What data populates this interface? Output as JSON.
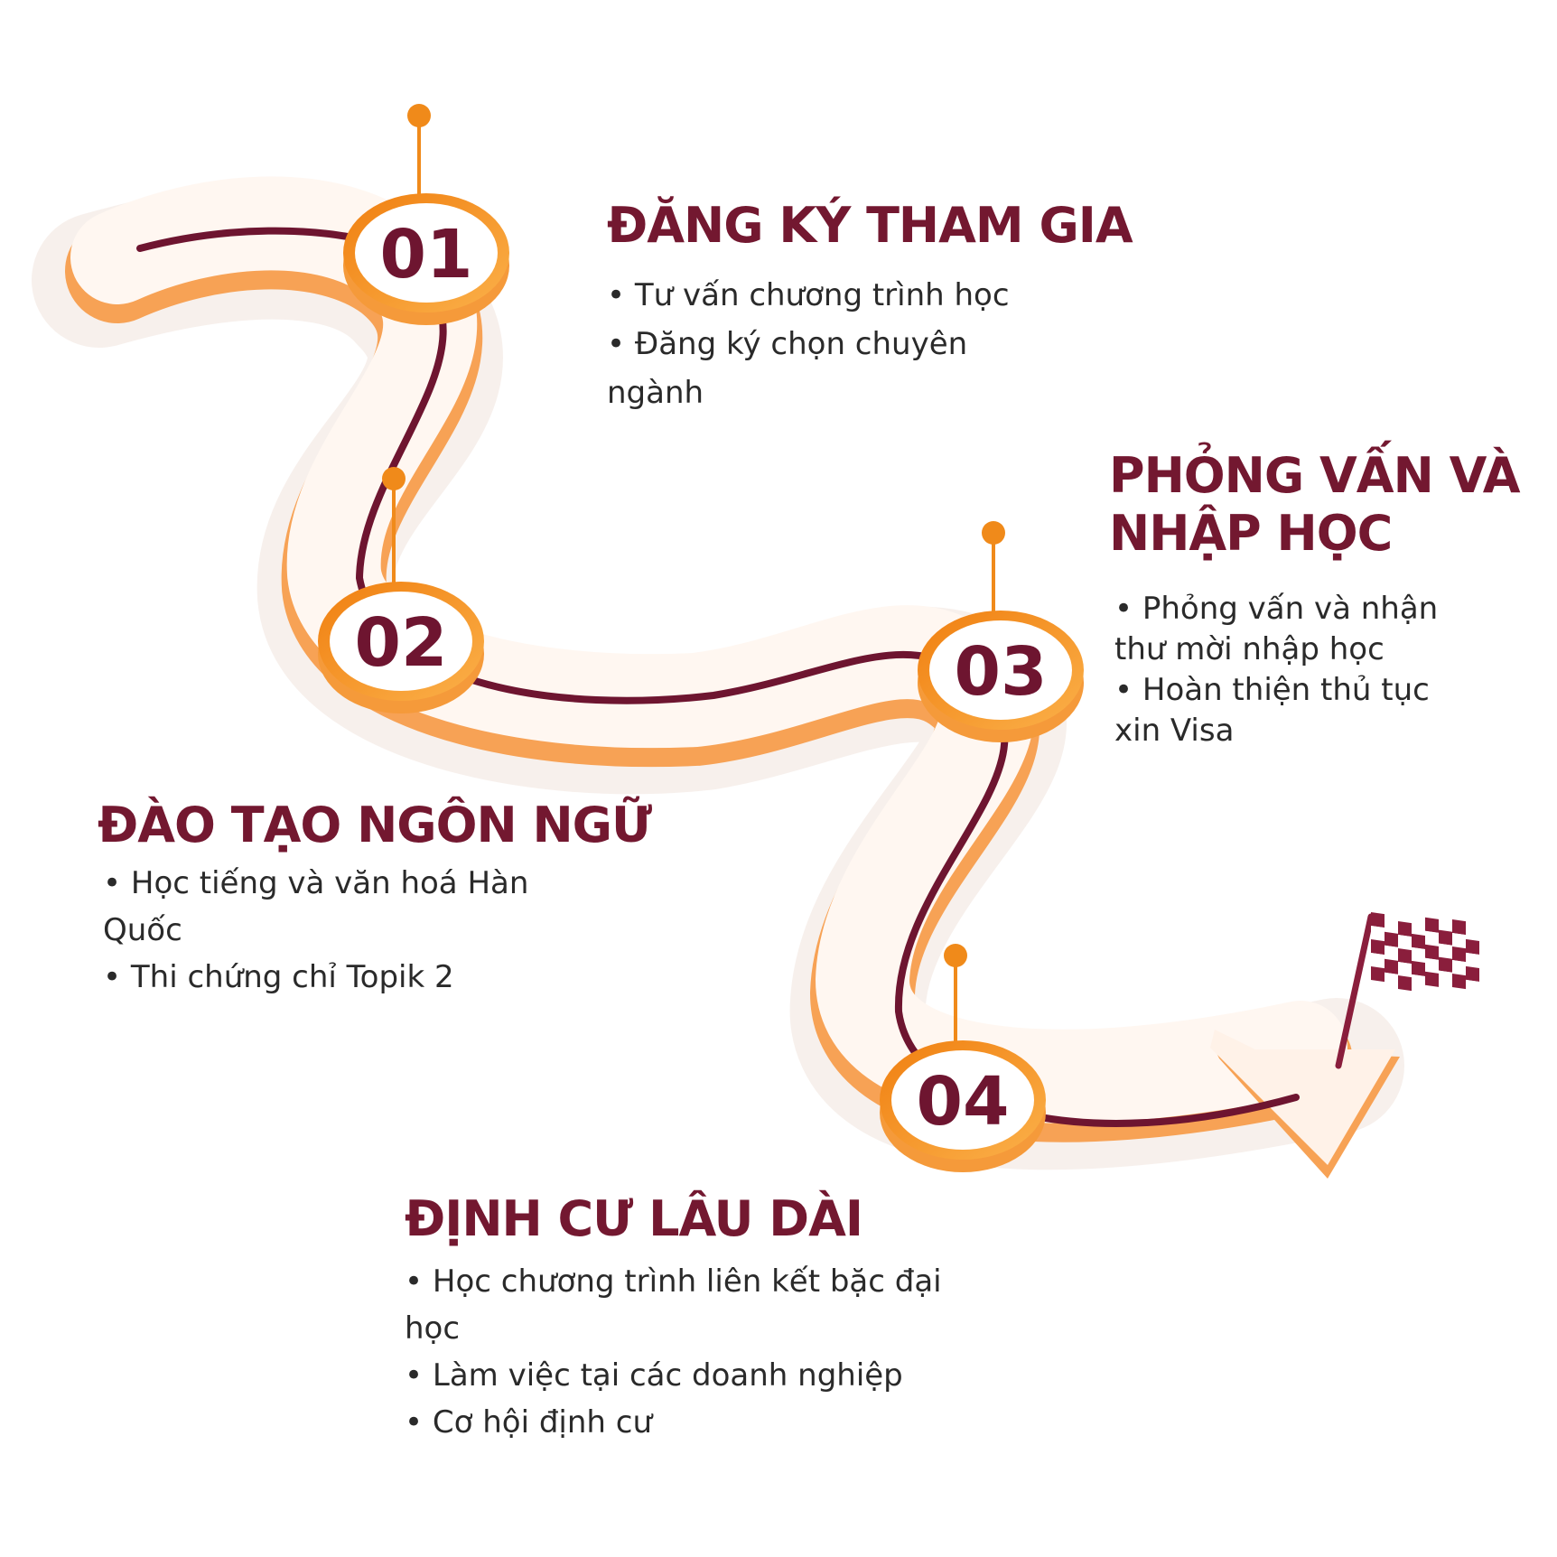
{
  "steps": [
    {
      "number": "01",
      "title": "ĐĂNG KÝ THAM GIA",
      "bullets": [
        "Tư vấn chương trình học",
        "Đăng ký chọn chuyên ngành"
      ]
    },
    {
      "number": "02",
      "title": "ĐÀO TẠO NGÔN NGỮ",
      "bullets": [
        "Học tiếng và văn hoá Hàn Quốc",
        "Thi chứng chỉ Topik 2"
      ]
    },
    {
      "number": "03",
      "title": "PHỎNG VẤN VÀ NHẬP HỌC",
      "bullets": [
        "Phỏng vấn và nhận thư mời nhập học",
        "Hoàn thiện thủ tục xin Visa"
      ]
    },
    {
      "number": "04",
      "title": "ĐỊNH CƯ LÂU DÀI",
      "bullets": [
        "Học chương trình liên kết bặc đại học",
        "Làm việc tại các doanh nghiệp",
        "Cơ hội định cư"
      ]
    }
  ],
  "colors": {
    "title": "#731830",
    "road_line": "#6e1530",
    "road_surface": "#fff7f1",
    "road_side": "#f7a255",
    "accent_orange": "#f08a1a",
    "flag": "#8a1e3c"
  },
  "icons": [
    "location-pin-icon",
    "checkered-flag-icon",
    "arrow-head-icon"
  ]
}
